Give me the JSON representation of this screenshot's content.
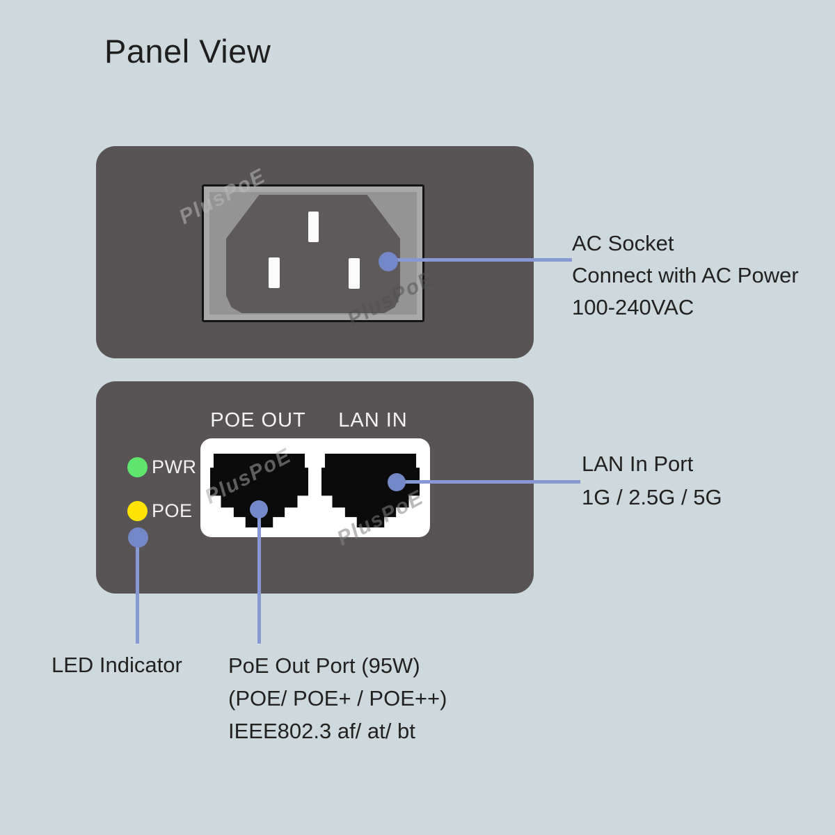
{
  "title": "Panel View",
  "watermark_text": "PlusPoE",
  "colors": {
    "background": "#cdd9dc",
    "panel_gray": "#585455",
    "socket_plate_gray": "#949494",
    "socket_inlet_gray": "#5e5a5b",
    "port_black": "#0b0b0b",
    "callout_dot_blue": "#7488c7",
    "callout_line_blue": "#8799d2",
    "led_green": "#5fe56e",
    "led_yellow": "#ffe303"
  },
  "rear_panel": {
    "callout": {
      "lines": [
        "AC Socket",
        "Connect with AC Power",
        "100-240VAC"
      ]
    }
  },
  "front_panel": {
    "poe_out_label": "POE OUT",
    "lan_in_label": "LAN IN",
    "leds": [
      {
        "label": "PWR"
      },
      {
        "label": "POE"
      }
    ],
    "lan_callout": {
      "lines": [
        "LAN In Port",
        "1G / 2.5G / 5G"
      ]
    },
    "led_callout": "LED Indicator",
    "poe_callout": {
      "lines": [
        "PoE Out Port (95W)",
        "(POE/ POE+ / POE++)",
        "IEEE802.3 af/ at/ bt"
      ]
    }
  }
}
